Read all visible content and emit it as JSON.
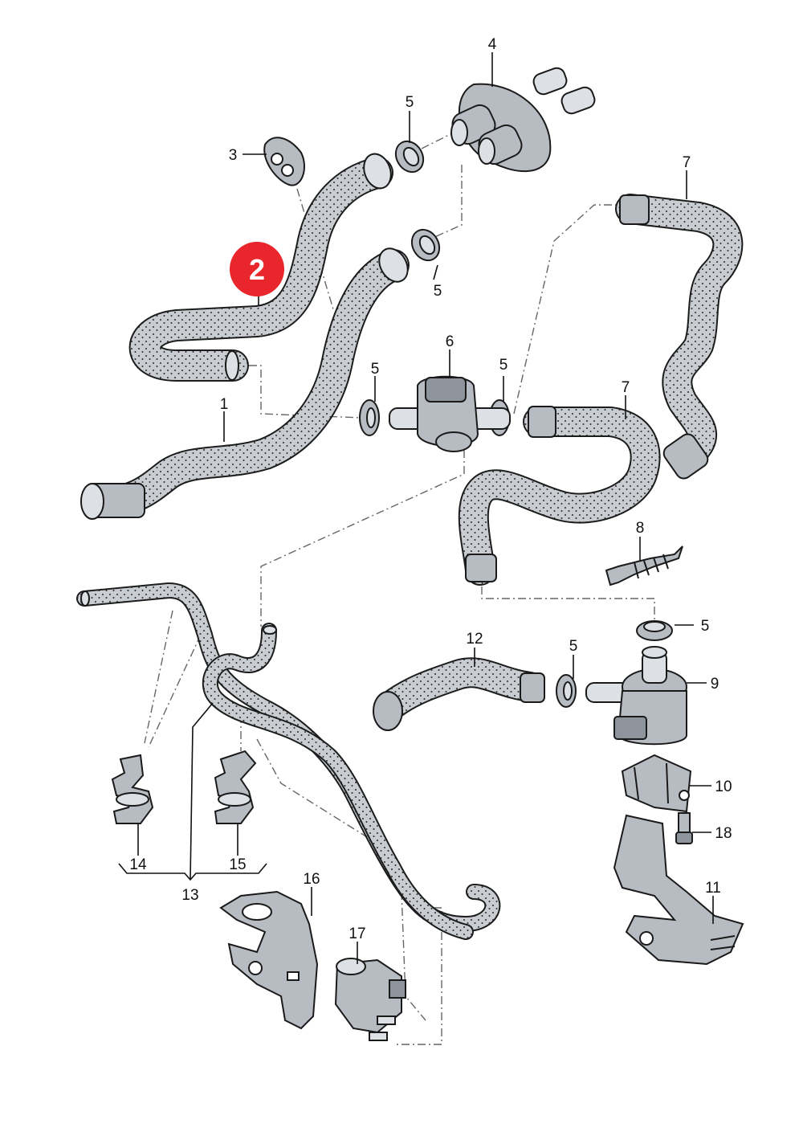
{
  "callouts": {
    "c1": "1",
    "c2": "2",
    "c3": "3",
    "c4": "4",
    "c5a": "5",
    "c5b": "5",
    "c5c": "5",
    "c5d": "5",
    "c5e": "5",
    "c5f": "5",
    "c6": "6",
    "c7a": "7",
    "c7b": "7",
    "c8": "8",
    "c9": "9",
    "c10": "10",
    "c11": "11",
    "c12": "12",
    "c13": "13",
    "c14": "14",
    "c15": "15",
    "c16": "16",
    "c17": "17",
    "c18": "18"
  },
  "highlight": {
    "label": "2",
    "color": "#e8262b"
  },
  "colors": {
    "hose_fill": "#c9cdd2",
    "part_fill": "#b7bcc3",
    "line": "#1a1a1a"
  }
}
